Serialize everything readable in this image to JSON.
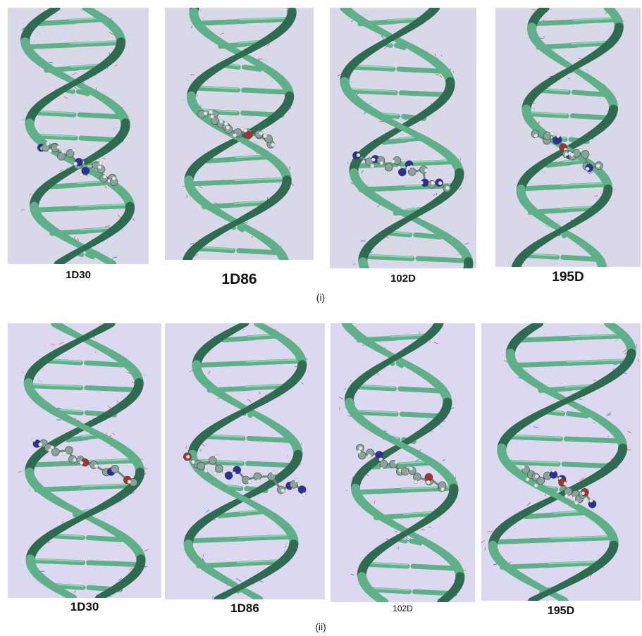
{
  "rows": [
    {
      "label": "(i)",
      "panels": [
        {
          "id": "1D30",
          "label": "1D30"
        },
        {
          "id": "1D86",
          "label": "1D86"
        },
        {
          "id": "102D",
          "label": "102D"
        },
        {
          "id": "195D",
          "label": "195D"
        }
      ]
    },
    {
      "label": "(ii)",
      "panels": [
        {
          "id": "1D30",
          "label": "1D30"
        },
        {
          "id": "1D86",
          "label": "1D86"
        },
        {
          "id": "102D",
          "label": "102D"
        },
        {
          "id": "195D",
          "label": "195D"
        }
      ]
    }
  ],
  "colors": {
    "panel_background": "#d8d8e8",
    "panel_background_ii": "#dcd8f0",
    "ribbon": "#5fb089",
    "ribbon_dark": "#2f6b50",
    "atom_carbon": "#8aa39a",
    "atom_nitrogen": "#2b2f9a",
    "atom_oxygen": "#a2342b",
    "atom_hydrogen": "#e6e6e6",
    "wire_red": "#e05a4a",
    "wire_blue": "#4a5ae0"
  }
}
